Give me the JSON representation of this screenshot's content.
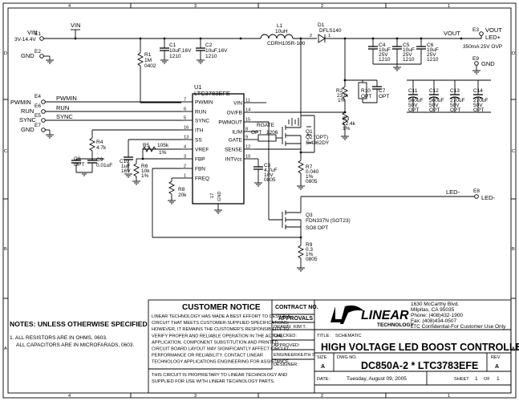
{
  "border": {
    "cols": [
      "4",
      "3",
      "2",
      "1"
    ],
    "rows": [
      "A",
      "B",
      "C",
      "D"
    ]
  },
  "input": {
    "vin_label": "VIN",
    "vin_range": "3V-14.4V",
    "e1": "E1",
    "e2": "E2",
    "gnd": "GND",
    "vin_rail": "VIN"
  },
  "components": {
    "r1": {
      "ref": "R1",
      "value": "1M",
      "pkg": "0402"
    },
    "c1": {
      "ref": "C1",
      "value": "10uF,16V",
      "pkg": "1210"
    },
    "c2": {
      "ref": "C2",
      "value": "10uF,16V",
      "pkg": "1210"
    },
    "l1": {
      "ref": "L1",
      "value": "10uH",
      "part": "CDRH105R-100"
    },
    "d1": {
      "ref": "D1",
      "part": "DFLS140"
    },
    "c4": {
      "ref": "C4",
      "value": "10uF",
      "volt": "25V",
      "pkg": "1210"
    },
    "c5": {
      "ref": "C5",
      "value": "10uF",
      "volt": "25V",
      "pkg": "1210"
    },
    "c6": {
      "ref": "C6",
      "value": "10uF",
      "volt": "25V",
      "pkg": "1210"
    },
    "r2": {
      "ref": "R2",
      "value": "237k",
      "tol": "1%"
    },
    "r3": {
      "ref": "R3",
      "value": "12.4k",
      "tol": "1%"
    },
    "r10": {
      "ref": "R10",
      "value": "OPT"
    },
    "c7": {
      "ref": "C7",
      "value": "OPT"
    },
    "c11": {
      "ref": "C11",
      "value": "560uF",
      "volt": "50V",
      "opt": "OPT"
    },
    "c12": {
      "ref": "C12",
      "value": "560uF",
      "volt": "50V",
      "opt": "OPT"
    },
    "c13": {
      "ref": "C13",
      "value": "270uF",
      "volt": "50V",
      "opt": "OPT"
    },
    "c14": {
      "ref": "C14",
      "value": "270uF",
      "volt": "50V",
      "opt": "OPT"
    },
    "u1": {
      "ref": "U1",
      "part": "LTC3783EFE"
    },
    "r4": {
      "ref": "R4",
      "value": "4.7k"
    },
    "c8": {
      "ref": "C8",
      "value": "OPT"
    },
    "c9": {
      "ref": "C9",
      "value": "0.01uF"
    },
    "c10": {
      "ref": "C10",
      "value": "1uF",
      "volt": "16V"
    },
    "r5": {
      "ref": "R5",
      "value": "105k",
      "tol": "1%"
    },
    "r6": {
      "ref": "R6",
      "value": "10k",
      "tol": "1%"
    },
    "r8": {
      "ref": "R8",
      "value": "20k"
    },
    "rgate": {
      "ref": "RGATE",
      "value": "OPT",
      "pkg": "1206"
    },
    "q1": {
      "ref": "Q1",
      "q2": "Q2 (OPT)",
      "part": "Si4362DY"
    },
    "r7": {
      "ref": "R7",
      "value": "0.040",
      "tol": "1%",
      "pkg": "0805"
    },
    "c3": {
      "ref": "C3",
      "value": "4.7uF",
      "volt": "10V",
      "pkg": "0805"
    },
    "q3": {
      "ref": "Q3",
      "part": "FDN337N (SOT23)",
      "pkg": "SO8 OPT"
    },
    "r9": {
      "ref": "R9",
      "value": "0.3",
      "tol": "1%",
      "pkg": "0805"
    }
  },
  "u1_pins_left": [
    {
      "num": "7",
      "name": "PWMIN"
    },
    {
      "num": "6",
      "name": "RUN"
    },
    {
      "num": "5",
      "name": "SYNC"
    },
    {
      "num": "16",
      "name": "ITH"
    },
    {
      "num": "13",
      "name": "SS"
    },
    {
      "num": "4",
      "name": "VREF"
    },
    {
      "num": "3",
      "name": "FBP"
    },
    {
      "num": "2",
      "name": "FBN"
    },
    {
      "num": "1",
      "name": "FREQ"
    }
  ],
  "u1_pins_right": [
    {
      "num": "11",
      "name": "VIN"
    },
    {
      "num": "14",
      "name": "OV/FB"
    },
    {
      "num": "15",
      "name": "PWMOUT"
    },
    {
      "num": "8",
      "name": "ILIM"
    },
    {
      "num": "9",
      "name": "GATE"
    },
    {
      "num": "12",
      "name": "SENSE"
    },
    {
      "num": "10",
      "name": "INTVcc"
    }
  ],
  "u1_gnd": {
    "num": "17",
    "name": "GND"
  },
  "control": {
    "e4": "E4",
    "e5": "E5",
    "e6": "E6",
    "e7": "E7",
    "pwmin": "PWMIN",
    "run": "RUN",
    "sync": "SYNC",
    "gnd": "GND"
  },
  "output": {
    "vout_net": "VOUT",
    "e3": "E3",
    "vout": "VOUT",
    "led_plus": "LED+",
    "ovp": "350mA 25V OVP",
    "e9": "E9",
    "gnd": "GND",
    "e8": "E8",
    "led_minus": "LED-",
    "led_net": "LED-"
  },
  "notes": {
    "title": "NOTES:  UNLESS OTHERWISE SPECIFIED",
    "line1": "1.  ALL RESISTORS ARE IN OHMS, 0603.",
    "line2": "ALL CAPACITORS ARE IN MICROFARADS, 0603."
  },
  "customer_notice": {
    "title": "CUSTOMER NOTICE",
    "lines": [
      "LINEAR TECHNOLOGY HAS MADE A BEST EFFORT TO DESIGN A",
      "CIRCUIT THAT MEETS CUSTOMER-SUPPLIED SPECIFICATIONS;",
      "HOWEVER, IT REMAINS THE CUSTOMER'S RESPONSIBILITY TO",
      "VERIFY PROPER AND RELIABLE OPERATION IN THE ACTUAL",
      "APPLICATION.  COMPONENT SUBSTITUTION AND PRINTED",
      "CIRCUIT BOARD LAYOUT MAY SIGNIFICANTLY AFFECT CIRCUIT",
      "PERFORMANCE OR RELIABILITY.  CONTACT LINEAR",
      "TECHNOLOGY APPLICATIONS ENGINEERING FOR ASSISTANCE."
    ],
    "proprietary1": "THIS CIRCUIT IS PROPRIETARY TO LINEAR TECHNOLOGY AND",
    "proprietary2": "SUPPLIED FOR USE WITH LINEAR TECHNOLOGY PARTS."
  },
  "approvals": {
    "contract_no": "CONTRACT NO.",
    "approvals": "APPROVALS",
    "drawn": "DRAWN:",
    "drawn_by": "KIM T.",
    "checked": "CHECKED:",
    "approved": "APPROVED:",
    "engineer": "ENGINEER:",
    "engineer_name": "KEITH S.",
    "designer": "DESIGNER:"
  },
  "company": {
    "logo_text": "LINEAR",
    "logo_sub": "TECHNOLOGY",
    "addr1": "1630 McCarthy Blvd.",
    "addr2": "Milpitas, CA 95035",
    "phone": "Phone: (408)432-1900",
    "fax": "Fax: (408)434-0507",
    "confidential": "LTC Confidential-For Customer Use Only"
  },
  "title_block": {
    "title_label": "TITLE:",
    "title_value": "SCHEMATIC",
    "title": "HIGH VOLTAGE LED BOOST CONTROLLER",
    "size_label": "SIZE",
    "size": "A",
    "dwg_label": "DWG NO.",
    "dwg": "DC850A-2 * LTC3783EFE",
    "rev_label": "REV",
    "rev": "A",
    "date_label": "DATE:",
    "date": "Tuesday, August 09, 2005",
    "sheet_label": "SHEET",
    "sheet": "1",
    "of_label": "OF",
    "of": "1"
  }
}
